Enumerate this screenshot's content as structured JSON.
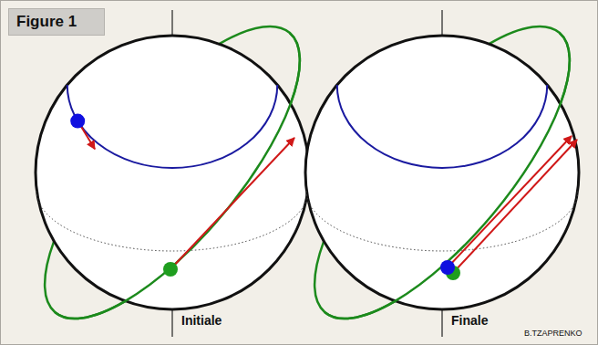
{
  "diagram": {
    "title": "Figure 1",
    "labels": [
      "Initiale",
      "Finale",
      "B.TZAPRENKO"
    ]
  }
}
